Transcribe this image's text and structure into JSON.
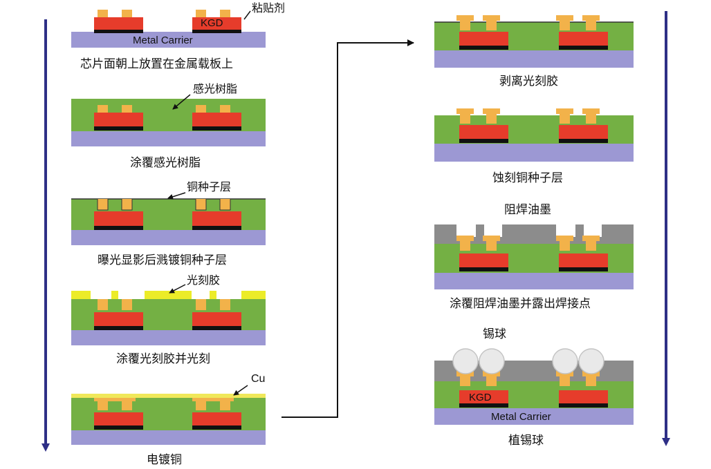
{
  "colors": {
    "carrier": "#9c98d3",
    "resin": "#74b044",
    "chip": "#e63c2b",
    "chip_base": "#111111",
    "copper": "#f2b24a",
    "photoresist": "#ecec28",
    "solder_mask": "#8c8c8c",
    "solder_ball": "#e9e9e9",
    "flow_arrow": "#2e2f86"
  },
  "labels": {
    "adhesive": "粘贴剂",
    "kgd": "KGD",
    "metal_carrier": "Metal Carrier",
    "photosensitive_resin": "感光树脂",
    "copper_seed_layer": "铜种子层",
    "photoresist": "光刻胶",
    "cu": "Cu",
    "solder_mask_label": "阻焊油墨",
    "solder_ball": "锡球"
  },
  "steps": [
    "芯片面朝上放置在金属载板上",
    "涂覆感光树脂",
    "曝光显影后溅镀铜种子层",
    "涂覆光刻胶并光刻",
    "电镀铜",
    "剥离光刻胶",
    "蚀刻铜种子层",
    "涂覆阻焊油墨并露出焊接点",
    "植锡球"
  ]
}
